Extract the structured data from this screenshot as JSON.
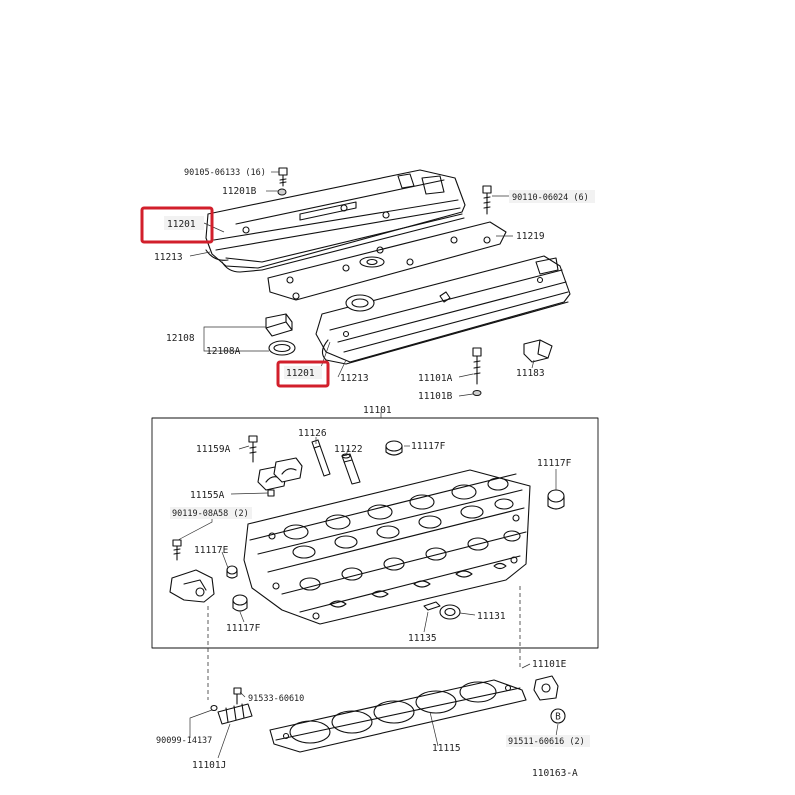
{
  "diagram_id": "110163-A",
  "highlight_color": "#d21f2b",
  "parts": {
    "p_90105": "90105-06133 (16)",
    "p_11201B": "11201B",
    "p_11201_top": "11201",
    "p_11213_top": "11213",
    "p_90110": "90110-06024 (6)",
    "p_11219": "11219",
    "p_12108": "12108",
    "p_12108A": "12108A",
    "p_11201_mid": "11201",
    "p_11213_mid": "11213",
    "p_11101A": "11101A",
    "p_11101B": "11101B",
    "p_11183": "11183",
    "p_11101": "11101",
    "p_11126": "11126",
    "p_11159A": "11159A",
    "p_11122": "11122",
    "p_11117F_a": "11117F",
    "p_11117F_b": "11117F",
    "p_11155A": "11155A",
    "p_90119": "90119-08A58 (2)",
    "p_11117E": "11117E",
    "p_11117F_c": "11117F",
    "p_11131": "11131",
    "p_11135": "11135",
    "p_11101E": "11101E",
    "p_91533": "91533-60610",
    "p_90099": "90099-14137",
    "p_11115": "11115",
    "p_11101J": "11101J",
    "p_91511": "91511-60616 (2)",
    "callout_B": "B"
  }
}
